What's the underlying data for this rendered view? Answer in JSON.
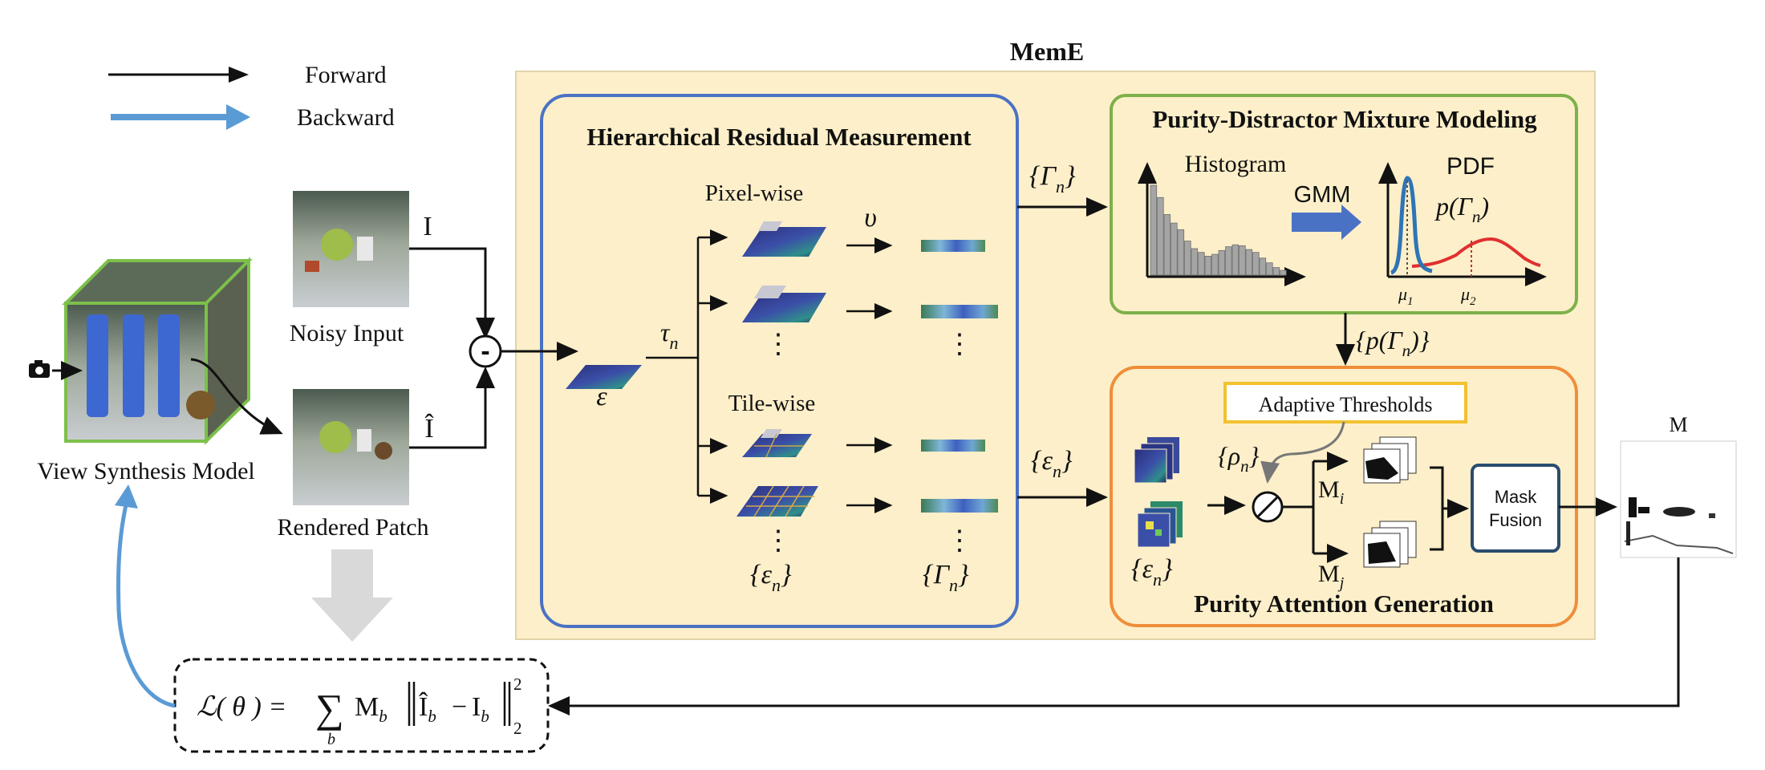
{
  "title": "MemE",
  "legend": {
    "forward_label": "Forward",
    "backward_label": "Backward"
  },
  "inputs": {
    "view_synthesis_label": "View Synthesis Model",
    "noisy_input_label": "Noisy Input",
    "rendered_patch_label": "Rendered Patch",
    "I_symbol": "I",
    "I_hat_symbol": "Î",
    "minus_symbol": "-"
  },
  "hrm": {
    "title": "Hierarchical Residual Measurement",
    "pixel_wise": "Pixel-wise",
    "tile_wise": "Tile-wise",
    "epsilon": "ε",
    "tau": "τ",
    "tau_sub": "n",
    "upsilon": "υ",
    "dots": "⋮",
    "eps_set": "{ε",
    "eps_sub": "n",
    "gamma_set": "{Γ",
    "gamma_sub": "n",
    "close_brace": "}"
  },
  "pdm": {
    "title": "Purity-Distractor Mixture Modeling",
    "histogram": "Histogram",
    "gmm": "GMM",
    "pdf": "PDF",
    "p_gamma": "p(Γ",
    "p_gamma_sub": "n",
    "p_gamma_close": ")",
    "mu1": "μ",
    "mu1_sub": "1",
    "mu2": "μ",
    "mu2_sub": "2",
    "histogram_bars": [
      0.95,
      0.82,
      0.64,
      0.55,
      0.48,
      0.36,
      0.28,
      0.24,
      0.2,
      0.22,
      0.26,
      0.3,
      0.32,
      0.31,
      0.27,
      0.24,
      0.18,
      0.13,
      0.08,
      0.05
    ]
  },
  "pag": {
    "title": "Purity Attention Generation",
    "adaptive_thresholds": "Adaptive Thresholds",
    "rho_set": "{ρ",
    "rho_sub": "n",
    "eps_set": "{ε",
    "eps_sub": "n",
    "Mi": "M",
    "Mi_sub": "i",
    "Mj": "M",
    "Mj_sub": "j",
    "mask_fusion_line1": "Mask",
    "mask_fusion_line2": "Fusion"
  },
  "connections": {
    "gamma_set": "{Γ",
    "gamma_sub": "n",
    "eps_set": "{ε",
    "eps_sub": "n",
    "p_gamma_set": "{p(Γ",
    "p_gamma_sub": "n",
    "p_gamma_close": ")}",
    "close_brace": "}"
  },
  "output": {
    "mask_label": "M"
  },
  "loss": {
    "lhs": "ℒ( θ ) =",
    "sum": "∑",
    "sum_sub": "b",
    "M": "M",
    "M_sub": "b",
    "I_hat": "Î",
    "I_hat_sub": "b",
    "minus": "−",
    "I": "I",
    "I_sub": "b",
    "exp": "2",
    "norm_sub": "2"
  },
  "colors": {
    "meme_bg": "#fcefc9",
    "hrm_border": "#4a72c4",
    "pdm_border": "#7db14a",
    "pag_border": "#ef8e3a",
    "threshold_border": "#f2c12e",
    "mask_fusion_border": "#2a4d6e",
    "backward_arrow": "#5b9bd5",
    "gmm_arrow": "#4a72c4",
    "pdf_curve1": "#2e75b6",
    "pdf_curve2": "#e03030",
    "cube_border": "#7cc04a"
  }
}
